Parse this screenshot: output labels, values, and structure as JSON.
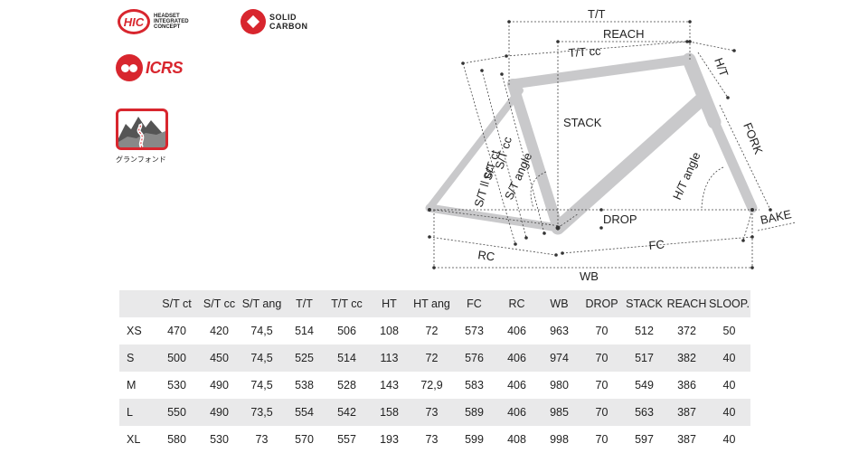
{
  "logos": {
    "hic": {
      "mark": "HIC",
      "text": "HEADSET INTEGRATED CONCEPT"
    },
    "solid": {
      "line1": "SOLID",
      "line2": "CARBON"
    },
    "icrs": {
      "text": "ICRS"
    },
    "granfondo": {
      "text": "グランフォンド",
      "icon": "mountain-road-icon"
    }
  },
  "accent_color": "#d8262e",
  "frame_color": "#c9c9cb",
  "geometry_labels": {
    "tt": "T/T",
    "reach": "REACH",
    "ttcc": "T/T cc",
    "ht": "H/T",
    "stack": "STACK",
    "fork": "FORK",
    "stcc": "S/T cc",
    "stct": "S/T ct",
    "stllcc": "S/T ll cc",
    "stangle": "S/T angle",
    "htangle": "H/T angle",
    "drop": "DROP",
    "bake": "BAKE",
    "rc": "RC",
    "fc": "FC",
    "wb": "WB"
  },
  "table": {
    "headers": [
      "S/T ct",
      "S/T cc",
      "S/T ang",
      "T/T",
      "T/T cc",
      "HT",
      "HT ang",
      "FC",
      "RC",
      "WB",
      "DROP",
      "STACK",
      "REACH",
      "SLOOP."
    ],
    "rows": [
      {
        "size": "XS",
        "values": [
          "470",
          "420",
          "74,5",
          "514",
          "506",
          "108",
          "72",
          "573",
          "406",
          "963",
          "70",
          "512",
          "372",
          "50"
        ]
      },
      {
        "size": "S",
        "values": [
          "500",
          "450",
          "74,5",
          "525",
          "514",
          "113",
          "72",
          "576",
          "406",
          "974",
          "70",
          "517",
          "382",
          "40"
        ]
      },
      {
        "size": "M",
        "values": [
          "530",
          "490",
          "74,5",
          "538",
          "528",
          "143",
          "72,9",
          "583",
          "406",
          "980",
          "70",
          "549",
          "386",
          "40"
        ]
      },
      {
        "size": "L",
        "values": [
          "550",
          "490",
          "73,5",
          "554",
          "542",
          "158",
          "73",
          "589",
          "406",
          "985",
          "70",
          "563",
          "387",
          "40"
        ]
      },
      {
        "size": "XL",
        "values": [
          "580",
          "530",
          "73",
          "570",
          "557",
          "193",
          "73",
          "599",
          "408",
          "998",
          "70",
          "597",
          "387",
          "40"
        ]
      }
    ]
  }
}
